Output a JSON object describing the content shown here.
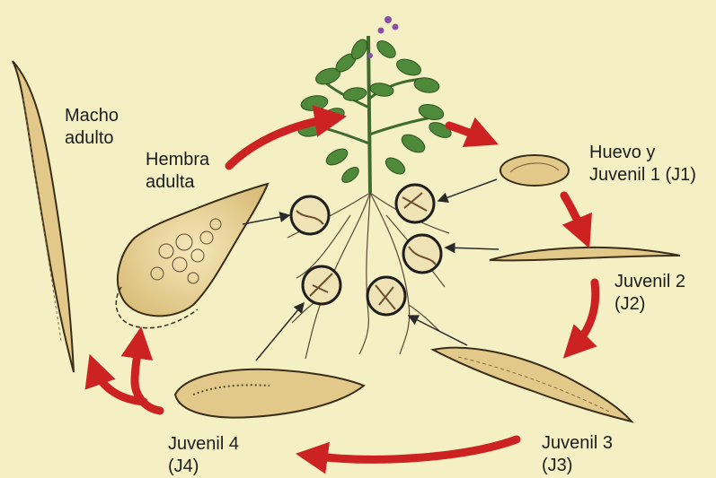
{
  "labels": {
    "macho": [
      "Macho",
      "adulto"
    ],
    "hembra": [
      "Hembra",
      "adulta"
    ],
    "huevo": [
      "Huevo y",
      "Juvenil 1 (J1)"
    ],
    "j2": [
      "Juvenil 2",
      "(J2)"
    ],
    "j3": [
      "Juvenil 3",
      "(J3)"
    ],
    "j4": [
      "Juvenil 4",
      "(J4)"
    ]
  },
  "colors": {
    "background": "#f4f0c4",
    "cycle_arrow": "#cc2222",
    "body_fill": "#e2c98a",
    "outline": "#3a2e1a",
    "plant_leaf": "#4f8a3a",
    "flower": "#8a4ea6"
  },
  "icons": [
    "potato-plant-icon",
    "nematode-icon",
    "egg-icon",
    "cyst-icon",
    "magnifier-circle-icon"
  ]
}
